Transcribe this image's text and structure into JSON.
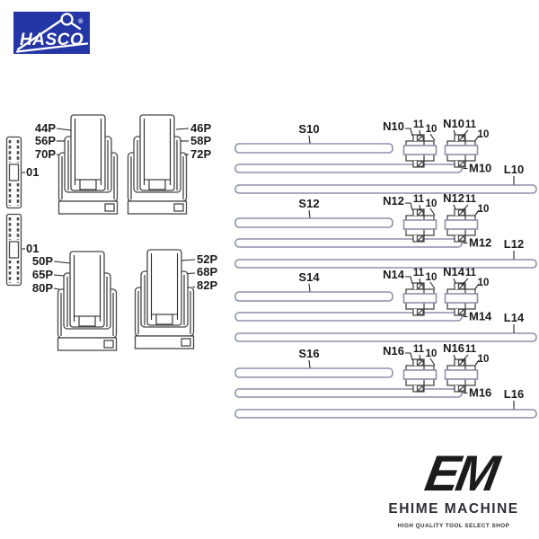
{
  "brand": {
    "hasco": {
      "name": "HASCO",
      "registered": "®"
    },
    "shop": {
      "mark_e": "E",
      "mark_m": "M",
      "name": "EHIME MACHINE",
      "tagline": "HIGH QUALITY TOOL SELECT SHOP"
    }
  },
  "colors": {
    "hasco_blue": "#2435a5",
    "drawing_line": "#474747",
    "plate_outline": "#8b91a9",
    "shop_green": "#c3cf2c",
    "shop_dark": "#2e2e36"
  },
  "left_parts": {
    "strips": [
      {
        "label": "01"
      },
      {
        "label": "01"
      }
    ],
    "stacks": [
      {
        "labels": [
          "44P",
          "56P",
          "70P"
        ]
      },
      {
        "labels": [
          "46P",
          "58P",
          "72P"
        ]
      },
      {
        "labels": [
          "50P",
          "65P",
          "80P"
        ]
      },
      {
        "labels": [
          "52P",
          "68P",
          "82P"
        ]
      }
    ]
  },
  "right_groups": [
    {
      "s": "S10",
      "n": "N10",
      "screw": "11",
      "pin": "10",
      "m": "M10",
      "l": "L10"
    },
    {
      "s": "S12",
      "n": "N12",
      "screw": "11",
      "pin": "10",
      "m": "M12",
      "l": "L12"
    },
    {
      "s": "S14",
      "n": "N14",
      "screw": "11",
      "pin": "10",
      "m": "M14",
      "l": "L14"
    },
    {
      "s": "S16",
      "n": "N16",
      "screw": "11",
      "pin": "10",
      "m": "M16",
      "l": "L16"
    }
  ]
}
